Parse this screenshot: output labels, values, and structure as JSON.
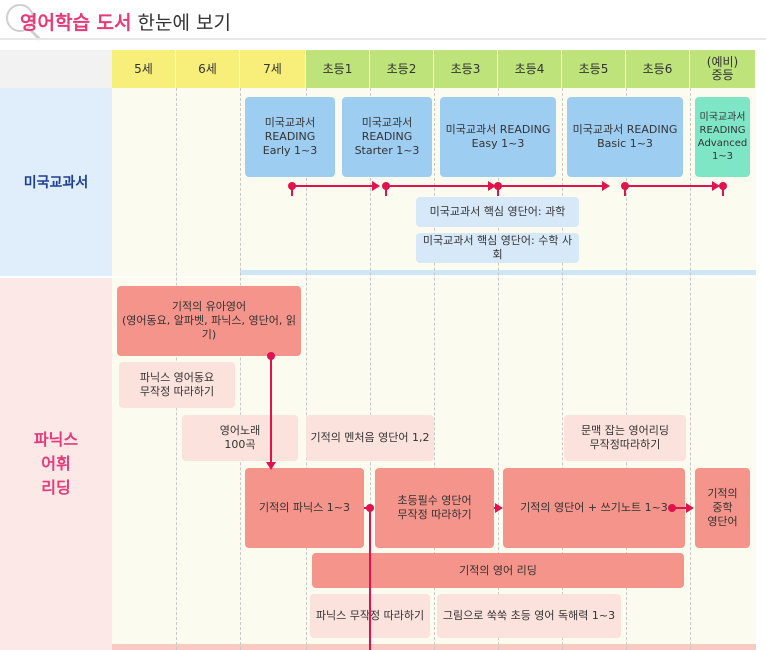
{
  "title": {
    "accent": "영어학습 도서",
    "rest": " 한눈에 보기"
  },
  "columns": [
    "5세",
    "6세",
    "7세",
    "초등1",
    "초등2",
    "초등3",
    "초등4",
    "초등5",
    "초등6",
    "(예비)\n중등"
  ],
  "sections": {
    "us": {
      "label": "미국교과서"
    },
    "phonics": {
      "label": "파닉스\n어휘\n리딩"
    }
  },
  "books": {
    "us_early": "미국교과서\nREADING\nEarly 1~3",
    "us_starter": "미국교과서\nREADING\nStarter 1~3",
    "us_easy": "미국교과서 READING\nEasy 1~3",
    "us_basic": "미국교과서 READING\nBasic 1~3",
    "us_advanced": "미국교과서\nREADING\nAdvanced\n1~3",
    "us_vocab_science": "미국교과서 핵심 영단어: 과학",
    "us_vocab_math": "미국교과서 핵심 영단어: 수학 사회",
    "infant": "기적의 유아영어\n(영어동요, 알파벳, 파닉스, 영단어, 읽기)",
    "phonics_song": "파닉스 영어동요\n무작정 따라하기",
    "song100": "영어노래\n100곡",
    "first_words": "기적의 멘처음 영단어 1,2",
    "context_reading": "문맥 잡는 영어리딩\n무작정따라하기",
    "miracle_phonics": "기적의 파닉스 1~3",
    "essential_words": "초등필수 영단어\n무작정 따라하기",
    "miracle_words": "기적의 영단어 + 쓰기노트 1~3",
    "middle_words": "기적의\n중학\n영단어",
    "miracle_reading": "기적의 영어 리딩",
    "phonics_follow": "파닉스 무작정 따라하기",
    "picture_reading": "그림으로 쑥쑥 초등 영어 독해력 1~3"
  },
  "colors": {
    "accent": "#e8397a",
    "arrow": "#e1134f",
    "header_yellow": "#f7ef7a",
    "header_green": "#bde37a",
    "us_bg": "#dfeefa",
    "phonics_bg": "#fde8e8",
    "grid_bg": "#fbfcef"
  }
}
